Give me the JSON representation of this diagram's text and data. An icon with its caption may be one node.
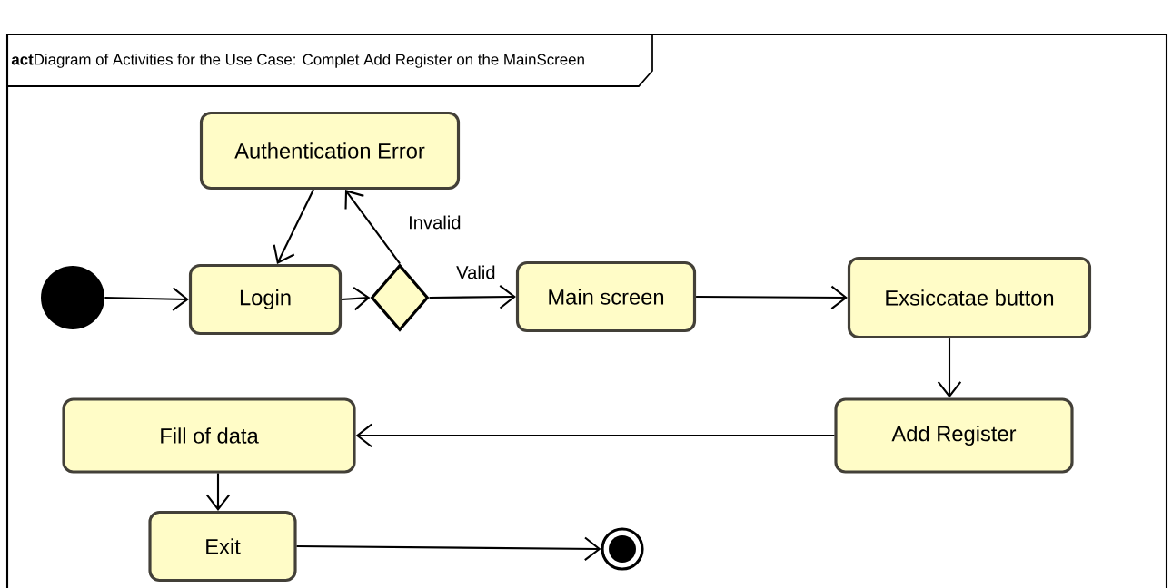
{
  "diagram": {
    "title": "**act**Diagram of Activities for the Use Case: Complet Add Register on the MainScreen",
    "nodes": [
      {
        "text": [],
        "shape": "circle"
      },
      {
        "text": [
          "Authentication Error"
        ]
      },
      {
        "text": [
          "Login"
        ]
      },
      {
        "text": [],
        "shape": "diamond"
      },
      {
        "text": [
          "Main screen"
        ]
      },
      {
        "text": [
          "Exsiccatae button"
        ]
      },
      {
        "text": [
          "Add Register"
        ]
      },
      {
        "text": [
          "Fill of data"
        ]
      },
      {
        "text": [
          "Exit"
        ]
      },
      {
        "text": [],
        "shape": "circle"
      }
    ],
    "edges": [
      {
        "from": 0,
        "to": 2,
        "arrow": "to"
      },
      {
        "from": 1,
        "to": 2,
        "arrow": "to"
      },
      {
        "from": 2,
        "to": 3,
        "arrow": "to"
      },
      {
        "from": 3,
        "to": 1,
        "arrow": "to",
        "label": "Invalid"
      },
      {
        "from": 3,
        "to": 4,
        "arrow": "to",
        "label": "Valid"
      },
      {
        "from": 4,
        "to": 5,
        "arrow": "to"
      },
      {
        "from": 5,
        "to": 6,
        "arrow": "to"
      },
      {
        "from": 6,
        "to": 7,
        "arrow": "to"
      },
      {
        "from": 7,
        "to": 8,
        "arrow": "to"
      },
      {
        "from": 8,
        "to": 9,
        "arrow": "to"
      }
    ]
  }
}
